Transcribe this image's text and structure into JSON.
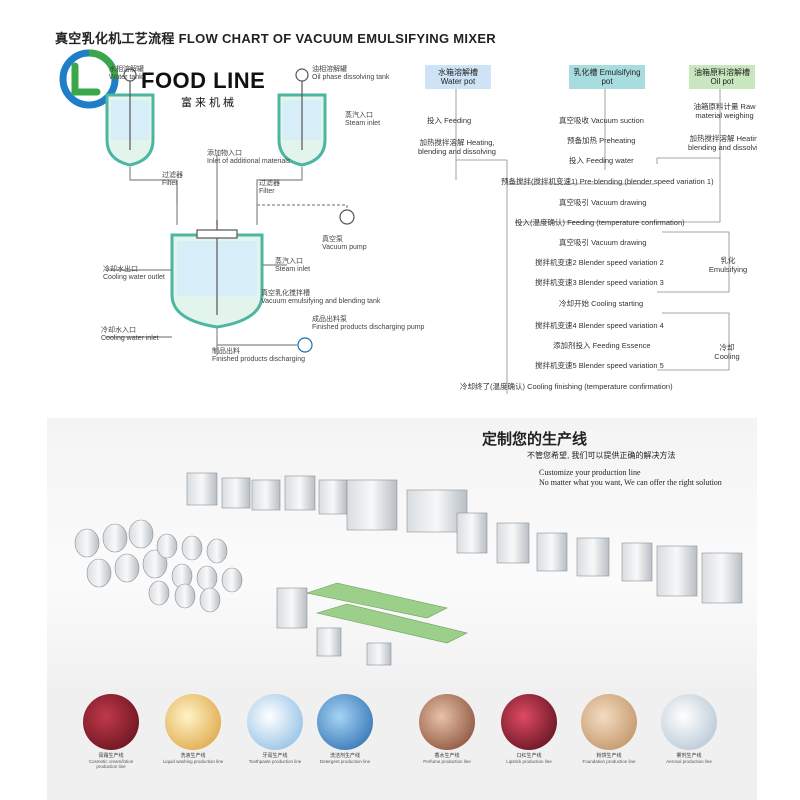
{
  "title": "真空乳化机工艺流程 FLOW CHART OF VACUUM EMULSIFYING MIXER",
  "logo": {
    "name": "FOOD LINE",
    "sub": "富来机械"
  },
  "diagram_labels": [
    {
      "id": "water-tank",
      "cn": "水相溶解罐",
      "en": "Water tank"
    },
    {
      "id": "oil-tank",
      "cn": "油相溶解罐",
      "en": "Oil phase dissolving tank"
    },
    {
      "id": "steam-inlet-1",
      "cn": "蒸汽入口",
      "en": "Steam inlet"
    },
    {
      "id": "additional",
      "cn": "添加物入口",
      "en": "Inlet of additional materials"
    },
    {
      "id": "filter-1",
      "cn": "过滤器",
      "en": "Filter"
    },
    {
      "id": "filter-2",
      "cn": "过滤器",
      "en": "Filter"
    },
    {
      "id": "vacuum-pump",
      "cn": "真空泵",
      "en": "Vacuum pump"
    },
    {
      "id": "cooling-outlet",
      "cn": "冷却水出口",
      "en": "Cooling water outlet"
    },
    {
      "id": "steam-inlet-2",
      "cn": "蒸汽入口",
      "en": "Steam inlet"
    },
    {
      "id": "emulsifying-tank",
      "cn": "真空乳化搅拌槽",
      "en": "Vacuum emulsifying and blending tank"
    },
    {
      "id": "finished-1",
      "cn": "成品出料泵",
      "en": "Finished products discharging pump"
    },
    {
      "id": "cooling-inlet",
      "cn": "冷却水入口",
      "en": "Cooling water inlet"
    },
    {
      "id": "finished-2",
      "cn": "制品出料",
      "en": "Finished products discharging"
    }
  ],
  "flow": {
    "headers": {
      "water": "水箱溶解槽 Water pot",
      "emulsifying": "乳化槽 Emulsifying pot",
      "oil": "油箱原料溶解槽 Oil pot"
    },
    "water_steps": [
      "投入 Feeding",
      "加热搅拌溶解 Heating, blending and dissolving"
    ],
    "oil_steps": [
      "油箱原料计量 Raw material weighing",
      "加热搅拌溶解 Heating, blending and dissolving"
    ],
    "main_steps": [
      "真空吸收 Vacuum suction",
      "预备加热 Preheating",
      "投入 Feeding water",
      "预备搅拌(搅拌机变速1) Pre-blending (blender speed variation 1)",
      "真空吸引 Vacuum drawing",
      "投入(温度确认) Feeding (temperature confirmation)",
      "真空吸引 Vacuum drawing",
      "搅拌机变速2 Blender speed variation 2",
      "搅拌机变速3 Blender speed variation 3",
      "冷却开始 Cooling starting",
      "搅拌机变速4 Blender speed variation 4",
      "添加剂投入 Feeding Essence",
      "搅拌机变速5 Blender speed variation 5",
      "冷却终了(温度确认) Cooling finishing (temperature confirmation)"
    ],
    "side_labels": {
      "emulsifying": "乳化 Emulsifying",
      "cooling": "冷却 Cooling"
    }
  },
  "banner": {
    "title": "定制您的生产线",
    "subtitle": "不管您希望, 我们可以提供正确的解决方法",
    "en_line1": "Customize your production line",
    "en_line2": "No matter what you want, We can offer the right solution"
  },
  "categories": [
    {
      "cn": "膏霜生产线",
      "en": "Cosmetic cream/lotion production line",
      "color": "#8b1a2a"
    },
    {
      "cn": "洗液生产线",
      "en": "Liquid washing production line",
      "color": "#e9b44c"
    },
    {
      "cn": "牙膏生产线",
      "en": "Toothpaste production line",
      "color": "#6aa7d8"
    },
    {
      "cn": "洗洁剂生产线",
      "en": "Detergent production line",
      "color": "#2f7fc0"
    },
    {
      "cn": "香水生产线",
      "en": "Perfume production line",
      "color": "#b7765a"
    },
    {
      "cn": "口红生产线",
      "en": "Lipstick production line",
      "color": "#b0203a"
    },
    {
      "cn": "粉饼生产线",
      "en": "Foundation production line",
      "color": "#d8b48a"
    },
    {
      "cn": "雾剂生产线",
      "en": "Aerosol production line",
      "color": "#e6ecf2"
    }
  ]
}
